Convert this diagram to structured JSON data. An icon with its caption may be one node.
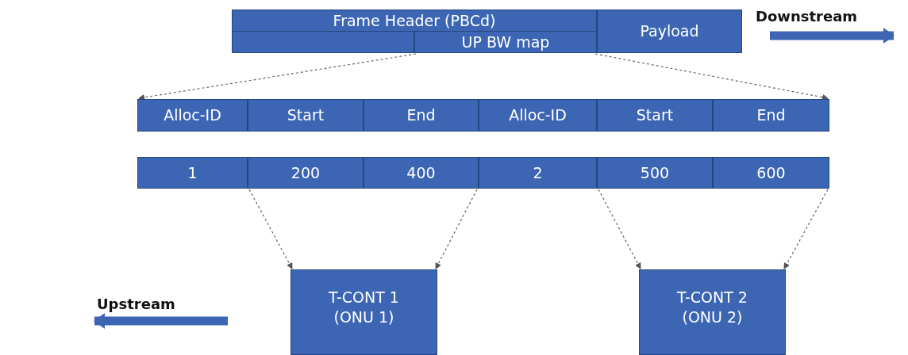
{
  "diagram": {
    "nodes": [
      {
        "text": [
          "Frame Header (PBCd)"
        ]
      },
      {
        "text": [],
        "shape": "box"
      },
      {
        "text": [
          "UP BW map"
        ]
      },
      {
        "text": [
          "Payload"
        ]
      },
      {
        "text": [
          "Alloc-ID"
        ]
      },
      {
        "text": [
          "Start"
        ]
      },
      {
        "text": [
          "End"
        ]
      },
      {
        "text": [
          "Alloc-ID"
        ]
      },
      {
        "text": [
          "Start"
        ]
      },
      {
        "text": [
          "End"
        ]
      },
      {
        "text": [
          "1"
        ]
      },
      {
        "text": [
          "200"
        ]
      },
      {
        "text": [
          "400"
        ]
      },
      {
        "text": [
          "2"
        ]
      },
      {
        "text": [
          "500"
        ]
      },
      {
        "text": [
          "600"
        ]
      },
      {
        "text": [
          "T-CONT 1 (ONU 1)"
        ]
      },
      {
        "text": [
          "T-CONT 2 (ONU 2)"
        ]
      }
    ],
    "edges": [
      {
        "from": 2,
        "to": 4,
        "arrow": "to",
        "style": "dashed"
      },
      {
        "from": 2,
        "to": 9,
        "arrow": "to",
        "style": "dashed"
      },
      {
        "from": 11,
        "to": 16,
        "arrow": "to",
        "style": "dashed"
      },
      {
        "from": 12,
        "to": 16,
        "arrow": "to",
        "style": "dashed"
      },
      {
        "from": 14,
        "to": 17,
        "arrow": "to",
        "style": "dashed"
      },
      {
        "from": 15,
        "to": 17,
        "arrow": "to",
        "style": "dashed"
      }
    ],
    "labels": [
      "Downstream",
      "Upstream"
    ]
  }
}
